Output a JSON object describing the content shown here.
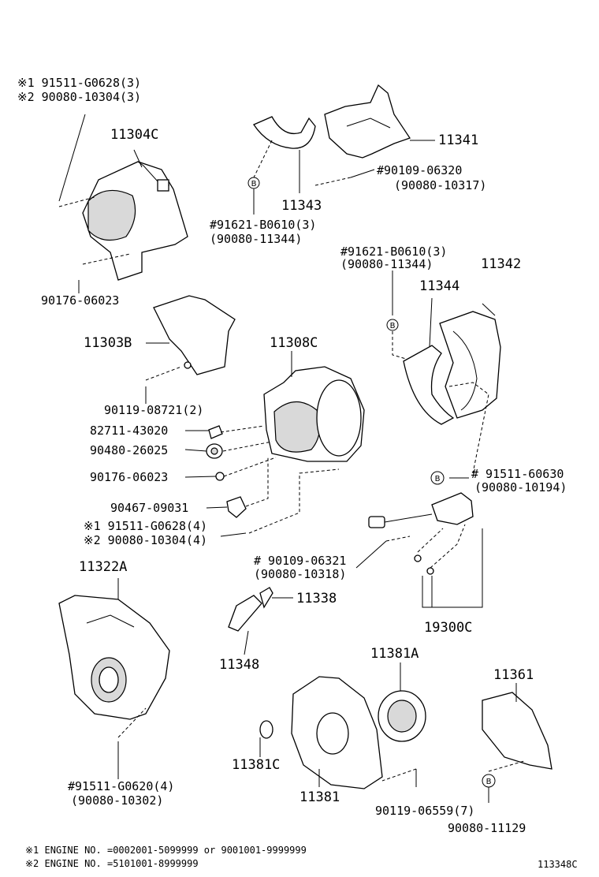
{
  "labels": {
    "note1_top_a": "※1 91511-G0628(3)",
    "note1_top_b": "※2 90080-10304(3)",
    "p11304C": "11304C",
    "p90176_top": "90176-06023",
    "p11341": "11341",
    "p90109_top_a": "#90109-06320",
    "p90109_top_b": "(90080-10317)",
    "p11343": "11343",
    "p91621_a": "#91621-B0610(3)",
    "p91621_b": "(90080-11344)",
    "p91621_c": "#91621-B0610(3)",
    "p91621_d": "(90080-11344)",
    "p11342": "11342",
    "p11344": "11344",
    "p11303B": "11303B",
    "p11308C": "11308C",
    "p90119_08721": "90119-08721(2)",
    "p82711": "82711-43020",
    "p90480": "90480-26025",
    "p90176_mid": "90176-06023",
    "p90467": "90467-09031",
    "p91511_mid_a": "※1 91511-G0628(4)",
    "p91511_mid_b": "※2 90080-10304(4)",
    "p91511_60630_a": "# 91511-60630",
    "p91511_60630_b": "(90080-10194)",
    "p90109_mid_a": "# 90109-06321",
    "p90109_mid_b": "(90080-10318)",
    "p11322A": "11322A",
    "p11338": "11338",
    "p11348": "11348",
    "p19300C": "19300C",
    "p11381A": "11381A",
    "p11361": "11361",
    "p11381C": "11381C",
    "p11381": "11381",
    "p90119_06559": "90119-06559(7)",
    "p90080_11129": "90080-11129",
    "p91511_G0620_a": "#91511-G0620(4)",
    "p91511_G0620_b": "(90080-10302)",
    "marker_b": "B",
    "footnote1": "※1 ENGINE NO. =0002001-5099999 or 9001001-9999999",
    "footnote2": "※2 ENGINE NO. =5101001-8999999",
    "diagram_code": "113348C"
  }
}
